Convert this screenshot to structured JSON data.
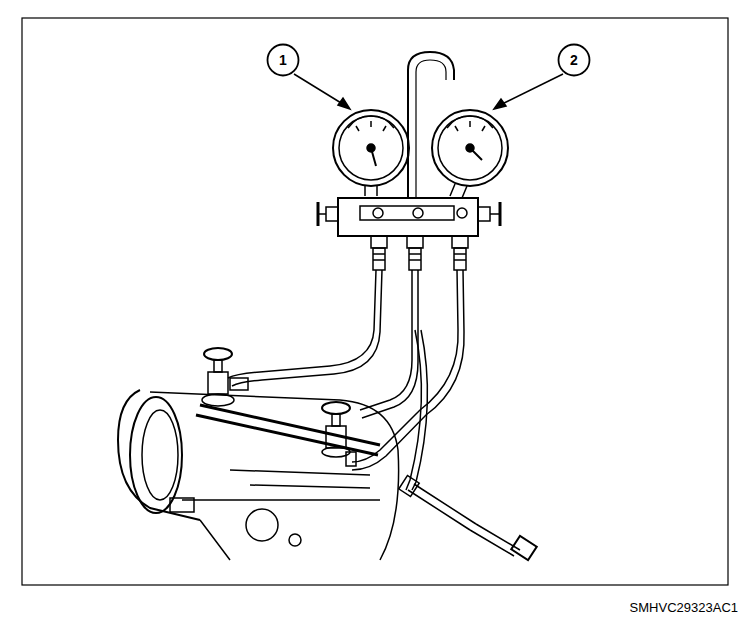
{
  "diagram": {
    "nodes": [
      {
        "text": [
          "1"
        ]
      },
      {
        "text": [
          "2"
        ]
      }
    ],
    "labels": [
      "SMHVC29323AC1"
    ]
  }
}
